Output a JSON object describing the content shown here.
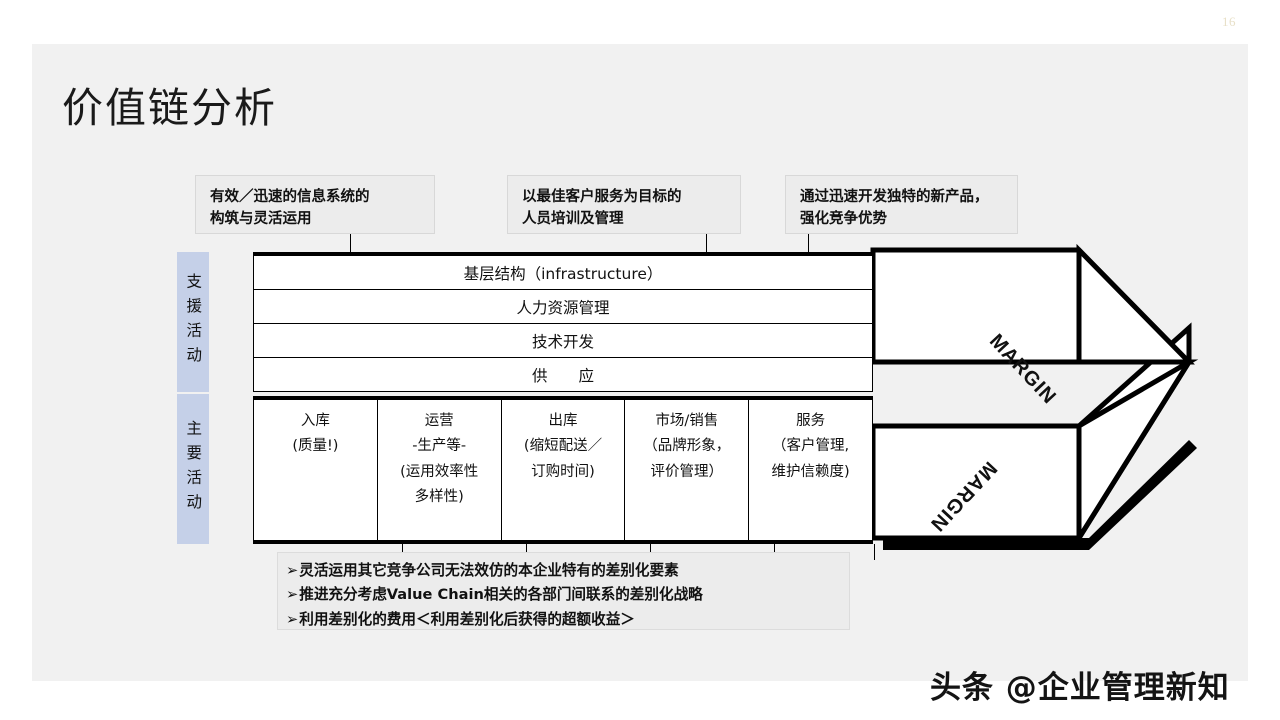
{
  "slide": {
    "page_number": "16",
    "title": "价值链分析",
    "background_color": "#f1f1f1",
    "accent_color": "#c5d0e8"
  },
  "callouts": [
    {
      "line1": "有效／迅速的信息系统的",
      "line2": "构筑与灵活运用"
    },
    {
      "line1": "以最佳客户服务为目标的",
      "line2": "人员培训及管理"
    },
    {
      "line1": "通过迅速开发独特的新产品，",
      "line2": "强化竞争优势"
    }
  ],
  "chain": {
    "side_labels": {
      "support": "支援活动",
      "primary": "主要活动"
    },
    "support_rows": [
      "基层结构（infrastructure）",
      "人力资源管理",
      "技术开发",
      "供　　应"
    ],
    "primary_columns": [
      {
        "lines": [
          "入库",
          "(质量!)"
        ]
      },
      {
        "lines": [
          "运营",
          "-生产等-",
          "(运用效率性",
          "多样性)"
        ]
      },
      {
        "lines": [
          "出库",
          "(缩短配送／",
          "订购时间)"
        ]
      },
      {
        "lines": [
          "市场/销售",
          "（品牌形象，",
          "评价管理）"
        ]
      },
      {
        "lines": [
          "服务",
          "（客户管理,",
          "维护信赖度)"
        ]
      }
    ],
    "margin_top_label": "MARGIN",
    "margin_bottom_label": "MARGIN"
  },
  "bullets": {
    "marker": "➢",
    "items": [
      "灵活运用其它竞争公司无法效仿的本企业特有的差别化要素",
      "推进充分考虑Value Chain相关的各部门间联系的差别化战略",
      "利用差别化的费用＜利用差别化后获得的超额收益＞"
    ]
  },
  "watermark": "头条 @企业管理新知"
}
